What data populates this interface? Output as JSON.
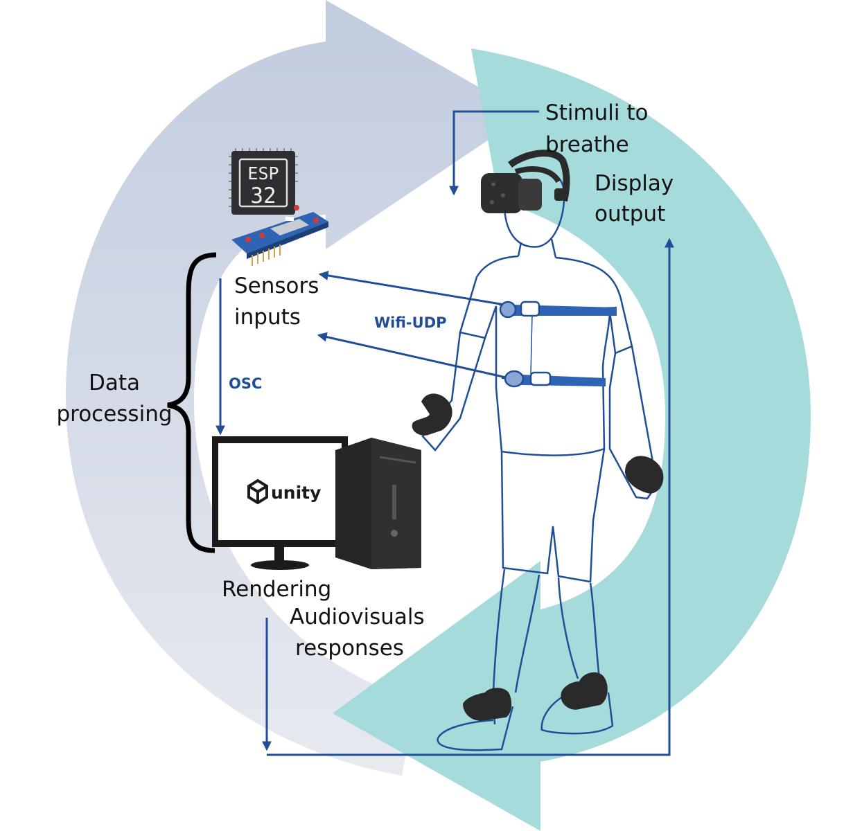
{
  "labels": {
    "stimuli_line1": "Stimuli to",
    "stimuli_line2": "breathe",
    "display_line1": "Display",
    "display_line2": "output",
    "sensors_line1": "Sensors",
    "sensors_line2": "inputs",
    "wifi": "Wifi-UDP",
    "osc": "OSC",
    "data_line1": "Data",
    "data_line2": "processing",
    "rendering": "Rendering",
    "audiovisuals_line1": "Audiovisuals",
    "audiovisuals_line2": "responses"
  },
  "chip": {
    "line1": "ESP",
    "line2": "32"
  },
  "monitor": {
    "brand": "unity"
  },
  "colors": {
    "left_arrow": "#c9d2e3",
    "right_arrow": "#a6dbdc",
    "line_blue": "#1f4e96",
    "device_dark": "#2a2a2a"
  },
  "icons": [
    "esp32-chip-icon",
    "esp32-board-icon",
    "vr-headset-icon",
    "controller-icon",
    "tracker-icon",
    "monitor-icon",
    "pc-tower-icon",
    "unity-logo-icon"
  ]
}
